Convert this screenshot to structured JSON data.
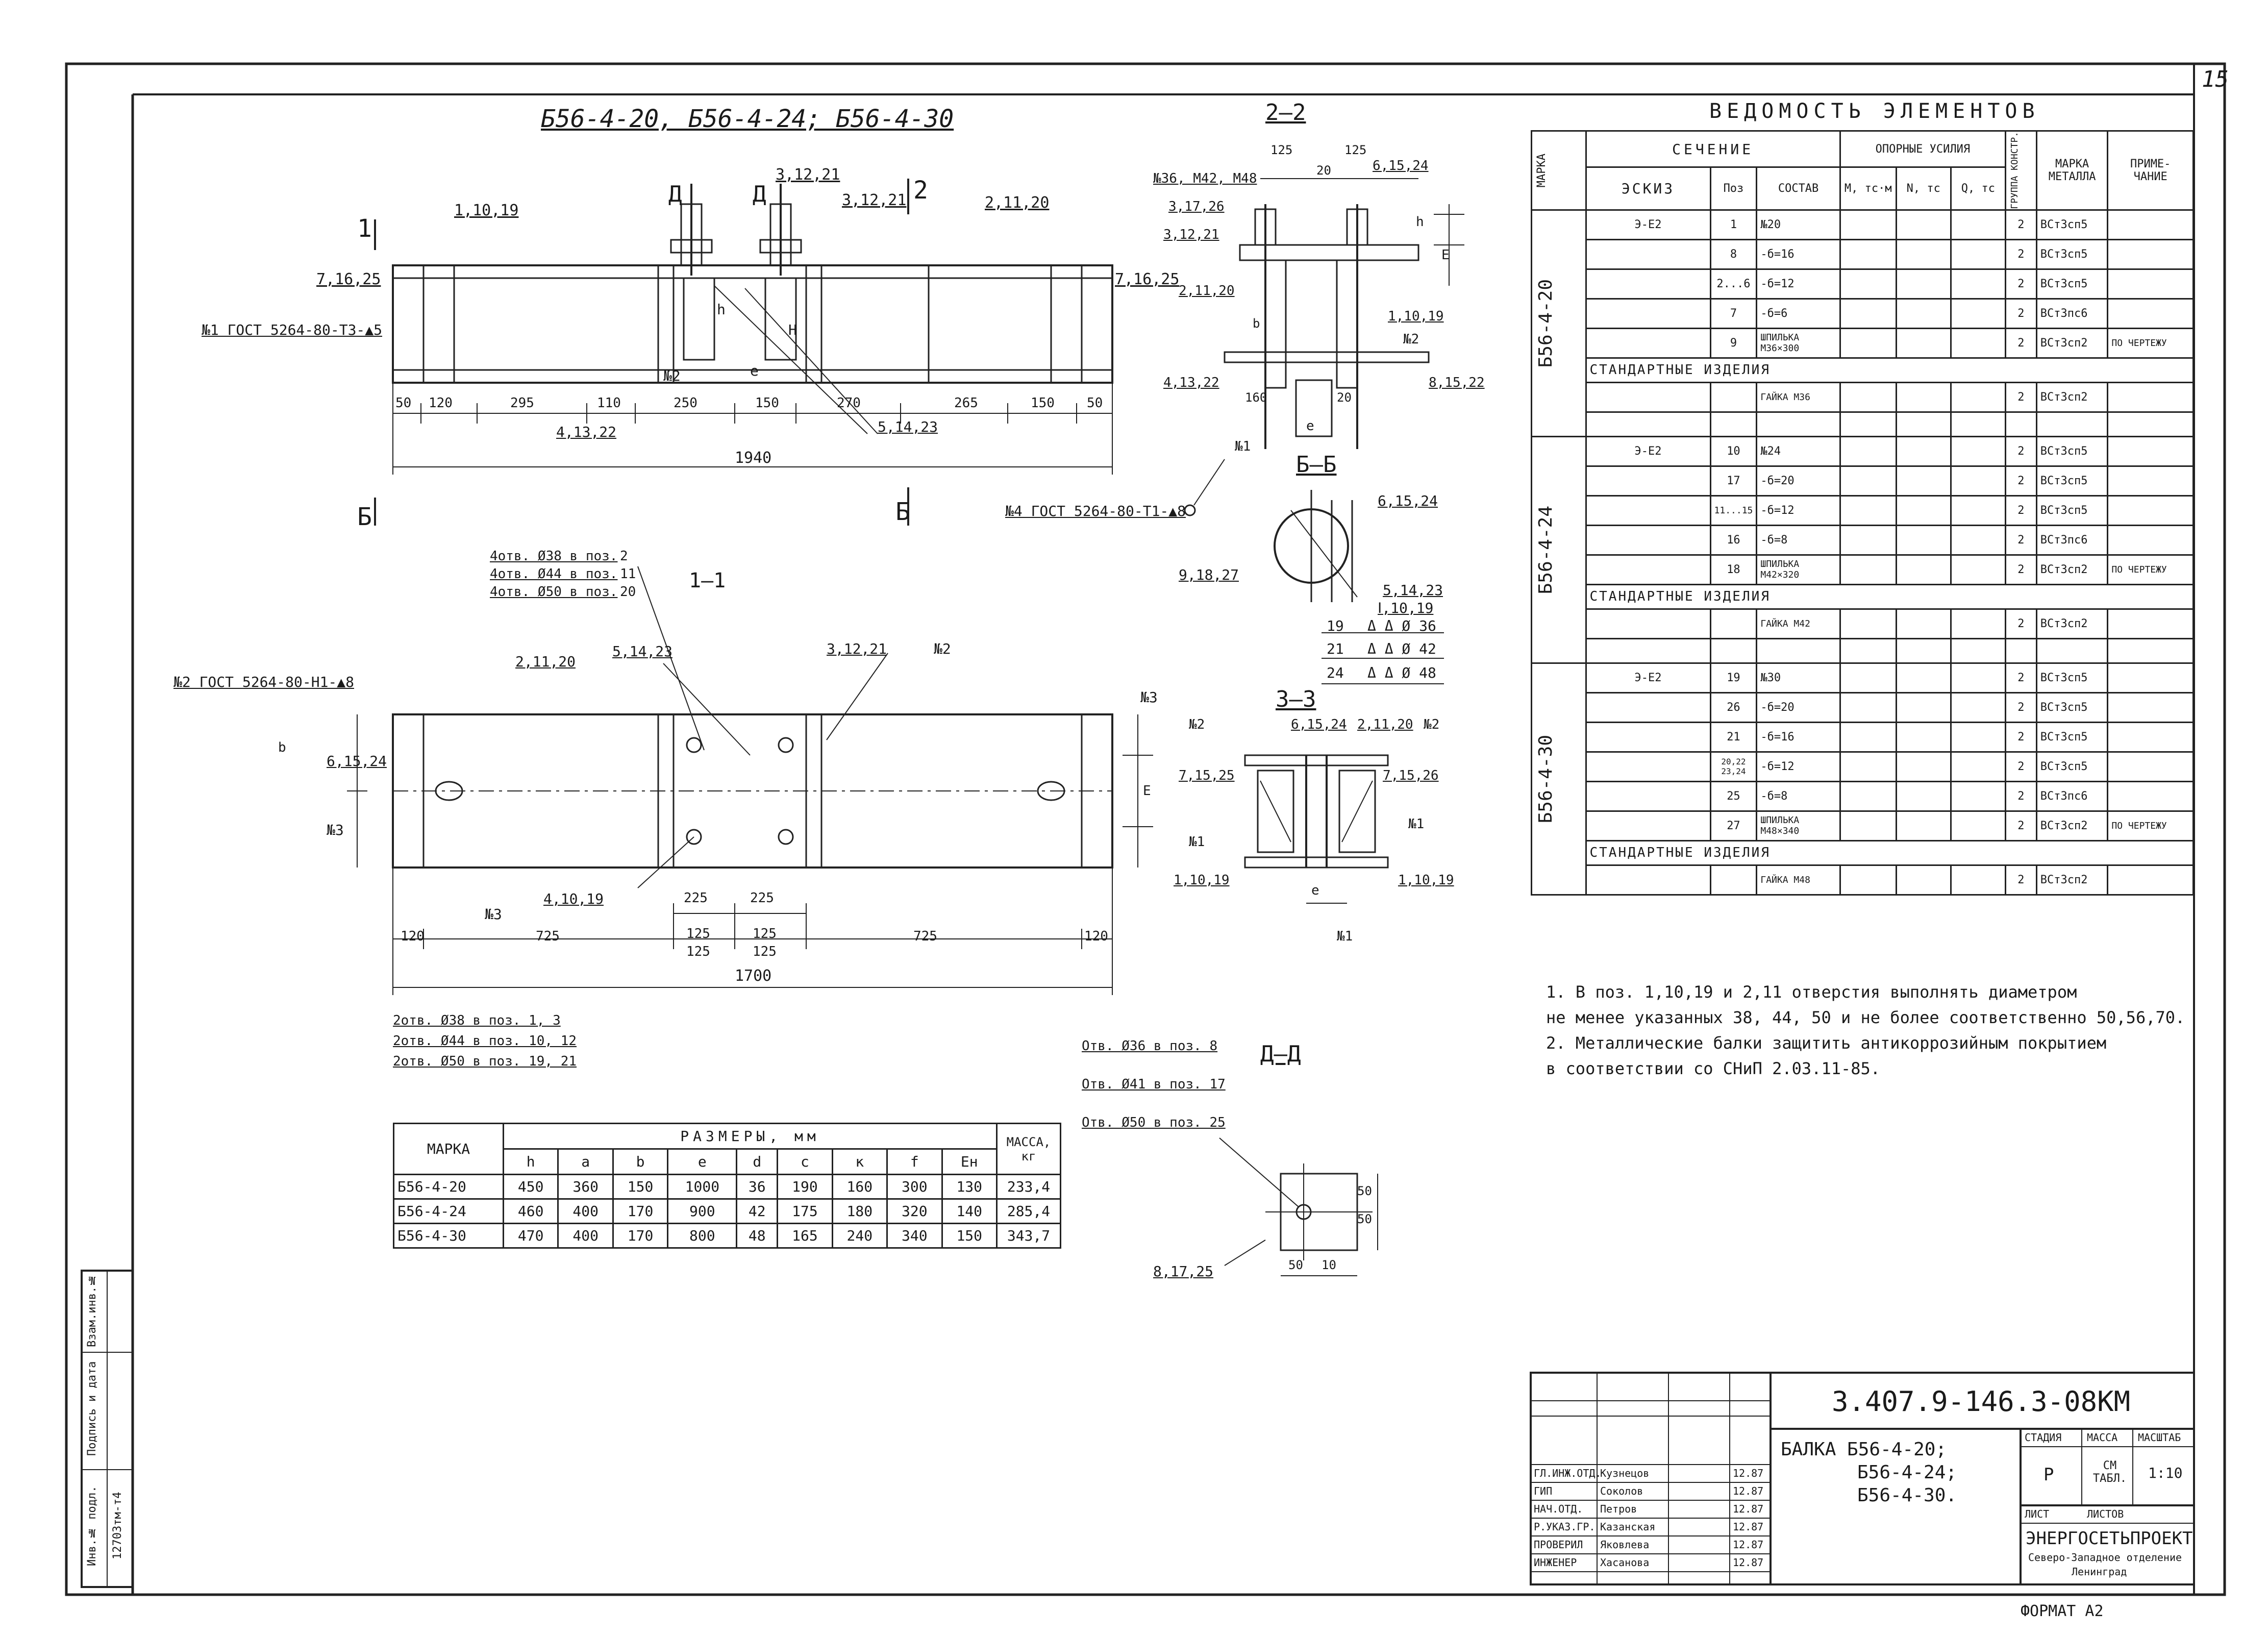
{
  "sheet": {
    "number": "15",
    "format_label": "ФОРМАТ А2"
  },
  "drawing_title": "Б56-4-20, Б56-4-24; Б56-4-30",
  "views": {
    "view_12": "2—2",
    "view_11": "1—1",
    "view_33": "3—3",
    "view_bb": "Б—Б",
    "view_dd": "Д—Д"
  },
  "elevation": {
    "left_section_mark": "1",
    "right_section_mark": "2",
    "bottom_marks": [
      "Б",
      "Б"
    ],
    "section_marks_top": [
      "Д",
      "Д"
    ],
    "labels": [
      "1,10,19",
      "3,12,21",
      "3,12,21",
      "2,11,20",
      "7,16,25",
      "7,16,25",
      "4,13,22",
      "5,14,23",
      "№1 ГОСТ 5264-80-Т3-▲5"
    ],
    "dims": [
      "50",
      "120",
      "295",
      "110",
      "250",
      "150",
      "270",
      "265",
      "150",
      "50"
    ],
    "overall_length": "1940",
    "midlabels": [
      "№2",
      "е",
      "h",
      "Н"
    ]
  },
  "section22": {
    "labels": [
      "№36, М42, М48",
      "6,15,24",
      "3,17,26",
      "3,12,21",
      "2,11,20",
      "№4 ГОСТ 5264-80-Т1-▲8",
      "4,13,22",
      "8,15,22",
      "1,10,19",
      "№1",
      "№2"
    ],
    "dims": [
      "125",
      "20",
      "125",
      "h",
      "Е",
      "b",
      "160",
      "е",
      "20"
    ]
  },
  "sectionBB": {
    "labels": [
      "9,18,27",
      "5,14,23",
      "6,15,24",
      "Ⅰ,10,19"
    ],
    "hole_rows": [
      {
        "pos": "19",
        "desc": "Δ Δ Ø 36"
      },
      {
        "pos": "21",
        "desc": "Δ Δ Ø 42"
      },
      {
        "pos": "24",
        "desc": "Δ Δ Ø 48"
      }
    ]
  },
  "plan": {
    "hole_notes_top": [
      {
        "text": "4отв. Ø38 в поз.",
        "val": "2"
      },
      {
        "text": "4отв. Ø44 в поз.",
        "val": "11"
      },
      {
        "text": "4отв. Ø50 в поз.",
        "val": "20"
      }
    ],
    "labels": [
      "№2 ГОСТ 5264-80-Н1-▲8",
      "2,11,20",
      "5,14,23",
      "3,12,21",
      "№2",
      "№3",
      "6,15,24",
      "№3",
      "4,10,19",
      "№3"
    ],
    "dims_inner": [
      "225",
      "225",
      "125",
      "125",
      "Е",
      "b"
    ],
    "dims_bottom": [
      "120",
      "725",
      "125",
      "125",
      "725",
      "120"
    ],
    "overall": "1700",
    "hole_notes_bottom": [
      "2отв. Ø38 в поз. 1, 3",
      "2отв. Ø44 в поз. 10, 12",
      "2отв. Ø50 в поз. 19, 21"
    ]
  },
  "section33": {
    "labels": [
      "6,15,24",
      "№2",
      "2,11,20",
      "№2",
      "7,15,25",
      "7,15,26",
      "№1",
      "№1",
      "1,10,19",
      "1,10,19",
      "№1"
    ],
    "dims": [
      "е"
    ]
  },
  "sectionDD": {
    "notes": [
      "Отв. Ø36 в поз. 8",
      "Отв. Ø41 в поз. 17",
      "Отв. Ø50 в поз. 25"
    ],
    "labels": [
      "8,17,25"
    ],
    "dims": [
      "50",
      "50",
      "50",
      "10"
    ]
  },
  "sizes_table": {
    "title": "РАЗМЕРЫ, мм",
    "marka_header": "МАРКА",
    "mass_header": "МАССА, кг",
    "columns": [
      "h",
      "a",
      "b",
      "e",
      "d",
      "с",
      "к",
      "f",
      "Ен"
    ],
    "rows": [
      {
        "mark": "Б56-4-20",
        "vals": [
          "450",
          "360",
          "150",
          "1000",
          "36",
          "190",
          "160",
          "300",
          "130"
        ],
        "mass": "233,4"
      },
      {
        "mark": "Б56-4-24",
        "vals": [
          "460",
          "400",
          "170",
          "900",
          "42",
          "175",
          "180",
          "320",
          "140"
        ],
        "mass": "285,4"
      },
      {
        "mark": "Б56-4-30",
        "vals": [
          "470",
          "400",
          "170",
          "800",
          "48",
          "165",
          "240",
          "340",
          "150"
        ],
        "mass": "343,7"
      }
    ]
  },
  "elements_table": {
    "title": "ВЕДОМОСТЬ ЭЛЕМЕНТОВ",
    "h_marka": "МАРКА",
    "h_section": "СЕЧЕНИЕ",
    "h_efforts": "ОПОРНЫЕ УСИЛИЯ",
    "h_group": "ГРУППА КОНСТР.",
    "h_metal": "МАРКА МЕТАЛЛА",
    "h_note": "ПРИМЕ- ЧАНИЕ",
    "h_sketch": "ЭСКИЗ",
    "h_pos": "Поз",
    "h_comp": "СОСТАВ",
    "h_m": "М, тс·м",
    "h_n": "N, тс",
    "h_q": "Q, тс",
    "std_label": "СТАНДАРТНЫЕ ИЗДЕЛИЯ",
    "groups": [
      {
        "mark": "Б56-4-20",
        "rows": [
          {
            "sketch": "Э-Е2",
            "pos": "1",
            "comp": "№20",
            "grp": "2",
            "metal": "ВСт3сп5",
            "note": ""
          },
          {
            "sketch": "",
            "pos": "8",
            "comp": "-б=16",
            "grp": "2",
            "metal": "ВСт3сп5",
            "note": ""
          },
          {
            "sketch": "",
            "pos": "2...6",
            "comp": "-б=12",
            "grp": "2",
            "metal": "ВСт3сп5",
            "note": ""
          },
          {
            "sketch": "",
            "pos": "7",
            "comp": "-б=6",
            "grp": "2",
            "metal": "ВСт3пс6",
            "note": ""
          },
          {
            "sketch": "",
            "pos": "9",
            "comp": "ШПИЛЬКА М36×300",
            "grp": "2",
            "metal": "ВСт3сп2",
            "note": "ПО ЧЕРТЕЖУ"
          }
        ],
        "std": {
          "comp": "ГАЙКА М36",
          "grp": "2",
          "metal": "ВСт3сп2"
        }
      },
      {
        "mark": "Б56-4-24",
        "rows": [
          {
            "sketch": "Э-Е2",
            "pos": "10",
            "comp": "№24",
            "grp": "2",
            "metal": "ВСт3сп5",
            "note": ""
          },
          {
            "sketch": "",
            "pos": "17",
            "comp": "-б=20",
            "grp": "2",
            "metal": "ВСт3сп5",
            "note": ""
          },
          {
            "sketch": "",
            "pos": "11...15",
            "comp": "-б=12",
            "grp": "2",
            "metal": "ВСт3сп5",
            "note": ""
          },
          {
            "sketch": "",
            "pos": "16",
            "comp": "-б=8",
            "grp": "2",
            "metal": "ВСт3пс6",
            "note": ""
          },
          {
            "sketch": "",
            "pos": "18",
            "comp": "ШПИЛЬКА М42×320",
            "grp": "2",
            "metal": "ВСт3сп2",
            "note": "ПО ЧЕРТЕЖУ"
          }
        ],
        "std": {
          "comp": "ГАЙКА М42",
          "grp": "2",
          "metal": "ВСт3сп2"
        }
      },
      {
        "mark": "Б56-4-30",
        "rows": [
          {
            "sketch": "Э-Е2",
            "pos": "19",
            "comp": "№30",
            "grp": "2",
            "metal": "ВСт3сп5",
            "note": ""
          },
          {
            "sketch": "",
            "pos": "26",
            "comp": "-б=20",
            "grp": "2",
            "metal": "ВСт3сп5",
            "note": ""
          },
          {
            "sketch": "",
            "pos": "21",
            "comp": "-б=16",
            "grp": "2",
            "metal": "ВСт3сп5",
            "note": ""
          },
          {
            "sketch": "",
            "pos": "20,22 23,24",
            "comp": "-б=12",
            "grp": "2",
            "metal": "ВСт3сп5",
            "note": ""
          },
          {
            "sketch": "",
            "pos": "25",
            "comp": "-б=8",
            "grp": "2",
            "metal": "ВСт3пс6",
            "note": ""
          },
          {
            "sketch": "",
            "pos": "27",
            "comp": "ШПИЛЬКА М48×340",
            "grp": "2",
            "metal": "ВСт3сп2",
            "note": "ПО ЧЕРТЕЖУ"
          }
        ],
        "std": {
          "comp": "ГАЙКА М48",
          "grp": "2",
          "metal": "ВСт3сп2"
        }
      }
    ]
  },
  "notes": [
    "1. В поз. 1,10,19 и 2,11 отверстия выполнять диаметром",
    "не менее указанных 38, 44, 50 и не более соответственно 50,56,70.",
    "2. Металлические балки защитить антикоррозийным покрытием",
    "в соответствии со СНиП 2.03.11-85."
  ],
  "stamp": {
    "doc_code": "3.407.9-146.3-08КМ",
    "title_lines": [
      "БАЛКА Б56-4-20;",
      "Б56-4-24;",
      "Б56-4-30."
    ],
    "stage_h": "СТАДИЯ",
    "mass_h": "МАССА",
    "scale_h": "МАСШТАБ",
    "stage": "Р",
    "mass": "СМ ТАБЛ.",
    "scale": "1:10",
    "sheet_h": "ЛИСТ",
    "sheets_h": "ЛИСТОВ",
    "org_line1": "ЭНЕРГОСЕТЬПРОЕКТ",
    "org_line2": "Северо-Западное отделение",
    "org_line3": "Ленинград",
    "people": [
      {
        "role": "ГЛ.ИНЖ.ОТД.",
        "name": "Кузнецов",
        "date": "12.87"
      },
      {
        "role": "ГИП",
        "name": "Соколов",
        "date": "12.87"
      },
      {
        "role": "НАЧ.ОТД.",
        "name": "Петров",
        "date": "12.87"
      },
      {
        "role": "Р.УКАЗ.ГР.",
        "name": "Казанская",
        "date": "12.87"
      },
      {
        "role": "ПРОВЕРИЛ",
        "name": "Яковлева",
        "date": "12.87"
      },
      {
        "role": "ИНЖЕНЕР",
        "name": "Хасанова",
        "date": "12.87"
      }
    ]
  },
  "side_strip": {
    "cells": [
      "Взам.инв.№",
      "Подпись и дата",
      "Инв.№ подл.",
      "12703тм-т4"
    ]
  }
}
